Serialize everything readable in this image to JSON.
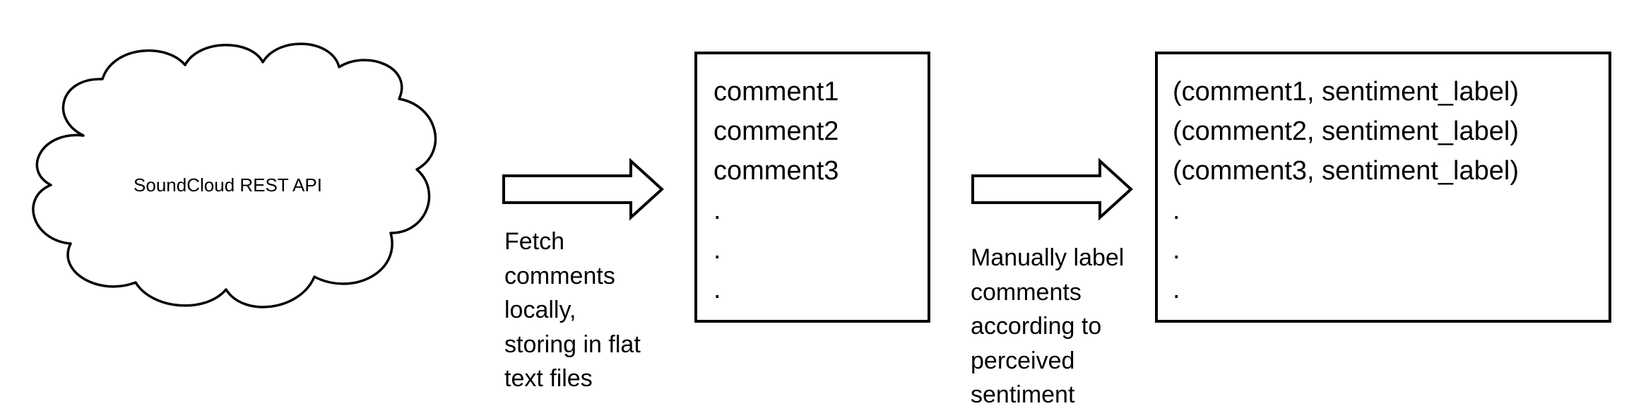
{
  "source": {
    "label": "SoundCloud REST API"
  },
  "raw_comments": {
    "lines": [
      "comment1",
      "comment2",
      "comment3",
      ".",
      ".",
      "."
    ]
  },
  "labeled_comments": {
    "lines": [
      "(comment1, sentiment_label)",
      "(comment2, sentiment_label)",
      "(comment3, sentiment_label)",
      ".",
      ".",
      "."
    ]
  },
  "steps": [
    {
      "lines": [
        "Fetch",
        "comments",
        "locally,",
        "storing in flat",
        "text files"
      ]
    },
    {
      "lines": [
        "Manually label",
        "comments",
        "according to",
        "perceived",
        "sentiment"
      ]
    }
  ],
  "colors": {
    "stroke": "#000000",
    "fill": "#ffffff",
    "text": "#000000"
  }
}
